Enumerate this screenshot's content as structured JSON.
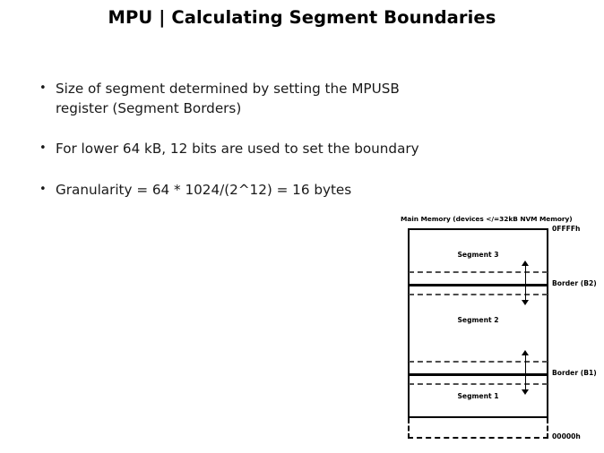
{
  "slide": {
    "title": "MPU | Calculating Segment Boundaries",
    "bullets": [
      "Size of segment determined by setting the MPUSB\nregister (Segment Borders)",
      "For lower 64 kB, 12 bits are used to set the boundary",
      "Granularity = 64 * 1024/(2^12) = 16 bytes"
    ]
  },
  "diagram": {
    "caption": "Main Memory (devices </=32kB NVM Memory)",
    "segments": [
      {
        "label": "Segment 3"
      },
      {
        "label": "Segment 2"
      },
      {
        "label": "Segment 1"
      }
    ],
    "labels": {
      "top_address": "0FFFFh",
      "border_b2": "Border (B2)",
      "border_b1": "Border (B1)",
      "bottom_address": "00000h"
    }
  },
  "colors": {
    "text": "#000000",
    "body_text": "#1a1a1a",
    "line": "#000000",
    "dash_line": "#4d4d4d",
    "background": "#ffffff"
  }
}
